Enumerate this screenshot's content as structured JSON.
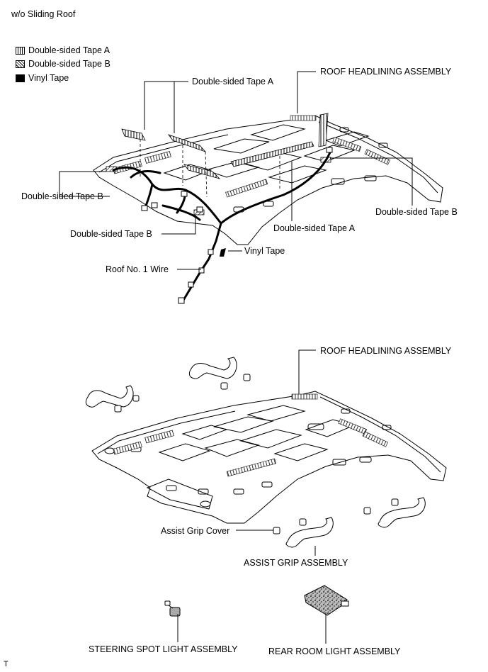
{
  "header": {
    "title": "w/o Sliding Roof"
  },
  "legend": [
    {
      "label": "Double-sided Tape A",
      "pattern": "vertical-hatch"
    },
    {
      "label": "Double-sided Tape B",
      "pattern": "diagonal-hatch"
    },
    {
      "label": "Vinyl Tape",
      "pattern": "solid-black"
    }
  ],
  "upper_diagram": {
    "callouts": {
      "tape_a_top": "Double-sided Tape A",
      "roof_headlining_top": "ROOF HEADLINING ASSEMBLY",
      "tape_b_left": "Double-sided Tape B",
      "tape_b_right": "Double-sided Tape B",
      "tape_a_bottom": "Double-sided Tape A",
      "tape_b_bottom": "Double-sided Tape B",
      "vinyl_tape": "Vinyl Tape",
      "roof_wire": "Roof No. 1 Wire"
    }
  },
  "lower_diagram": {
    "callouts": {
      "roof_headlining_bottom": "ROOF HEADLINING ASSEMBLY",
      "assist_grip_cover": "Assist Grip Cover",
      "assist_grip_assembly": "ASSIST GRIP ASSEMBLY",
      "steering_spot_light": "STEERING SPOT LIGHT ASSEMBLY",
      "rear_room_light": "REAR ROOM LIGHT ASSEMBLY"
    }
  },
  "footer": {
    "mark": "T"
  }
}
